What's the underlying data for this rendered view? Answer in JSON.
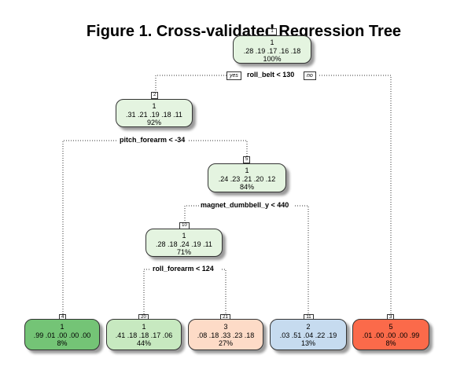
{
  "title": "Figure 1. Cross-validated Regression Tree",
  "colors": {
    "node_light_green": "#e4f4e0",
    "leaf_green_dark": "#74c476",
    "leaf_green_light": "#c7e9c0",
    "leaf_peach": "#fddbc7",
    "leaf_blue": "#c6dbef",
    "leaf_red": "#fb6a4a"
  },
  "branch_labels": {
    "yes": "yes",
    "no": "no"
  },
  "splits": {
    "root": "roll_belt < 130",
    "n2": "pitch_forearm < -34",
    "n5": "magnet_dumbbell_y < 440",
    "n10": "roll_forearm < 124"
  },
  "nodes": {
    "n1": {
      "num": "1",
      "class": "1",
      "probs": ".28  .19  .17  .16  .18",
      "pct": "100%"
    },
    "n2": {
      "num": "2",
      "class": "1",
      "probs": ".31  .21  .19  .18  .11",
      "pct": "92%"
    },
    "n5": {
      "num": "5",
      "class": "1",
      "probs": ".24  .23  .21  .20  .12",
      "pct": "84%"
    },
    "n10": {
      "num": "10",
      "class": "1",
      "probs": ".28  .18  .24  .19  .11",
      "pct": "71%"
    },
    "n4": {
      "num": "4",
      "class": "1",
      "probs": ".99  .01  .00  .00  .00",
      "pct": "8%"
    },
    "n20": {
      "num": "20",
      "class": "1",
      "probs": ".41  .18  .18  .17  .06",
      "pct": "44%"
    },
    "n21": {
      "num": "21",
      "class": "3",
      "probs": ".08  .18  .33  .23  .18",
      "pct": "27%"
    },
    "n11": {
      "num": "11",
      "class": "2",
      "probs": ".03  .51  .04  .22  .19",
      "pct": "13%"
    },
    "n3": {
      "num": "3",
      "class": "5",
      "probs": ".01  .00  .00  .00  .99",
      "pct": "8%"
    }
  }
}
